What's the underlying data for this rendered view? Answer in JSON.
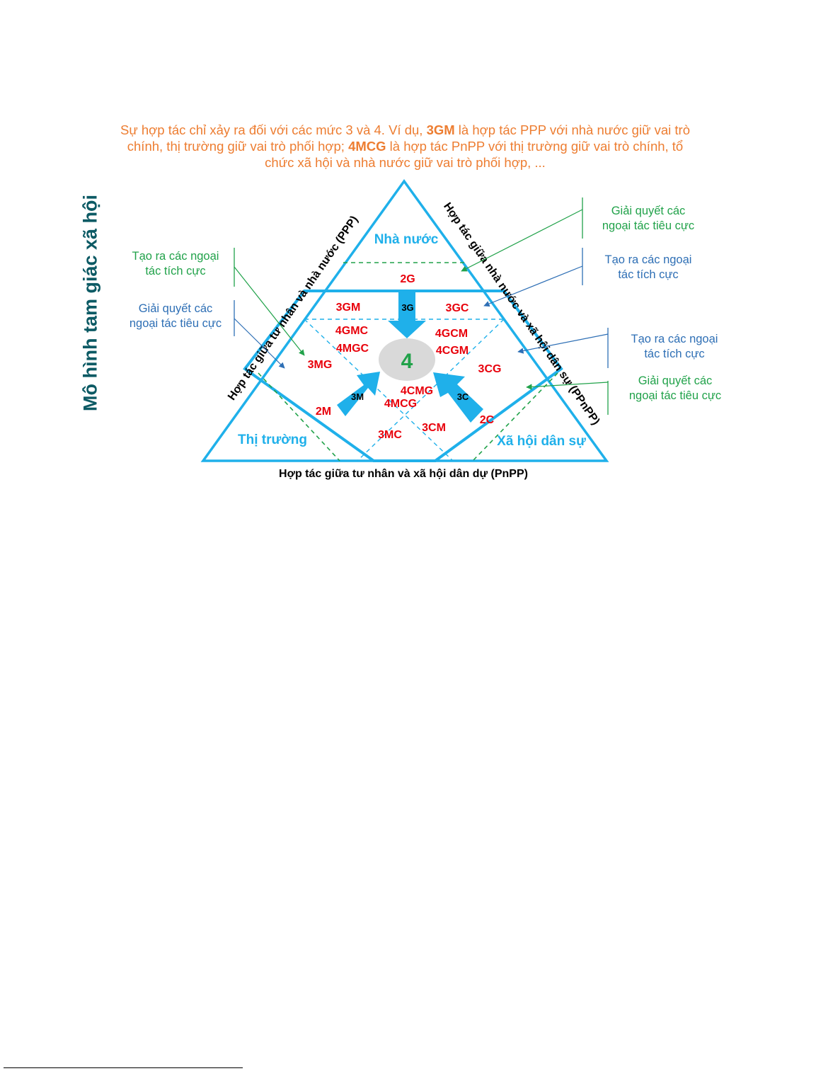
{
  "caption": {
    "line1_pre": "Sự hợp tác chỉ xảy ra đối với các mức 3 và 4. Ví dụ, ",
    "line1_bold": "3GM",
    "line1_post": " là hợp tác PPP với nhà nước giữ vai trò",
    "line2_pre": "chính, thị trường giữ vai trò phối hợp; ",
    "line2_bold": "4MCG",
    "line2_post": " là hợp tác PnPP với thị trường giữ vai trò chính, tổ",
    "line3": "chức xã hội và nhà nước giữ vai trò phối hợp, ..."
  },
  "vertical_title": "Mô hình tam giác xã hội",
  "corners": {
    "top": "Nhà nước",
    "left": "Thị trường",
    "right": "Xã hội dân sự"
  },
  "edge_labels": {
    "left": "Hợp tác giữa tư nhân và nhà nước (PPP)",
    "right": "Hợp tác giữa nhà nước và xã hội dân sự (PPnPP)",
    "bottom": "Hợp tác giữa tư nhân và xã hội dân dự (PnPP)"
  },
  "center_label": "4",
  "arrow_labels": {
    "top": "3G",
    "left": "3M",
    "right": "3C"
  },
  "cells": {
    "g2": "2G",
    "m2": "2M",
    "c2": "2C",
    "gm3": "3GM",
    "gc3": "3GC",
    "mg3": "3MG",
    "cg3": "3CG",
    "mc3": "3MC",
    "cm3": "3CM",
    "gmc4": "4GMC",
    "mgc4": "4MGC",
    "gcm4": "4GCM",
    "cgm4": "4CGM",
    "cmg4": "4CMG",
    "mcg4": "4MCG"
  },
  "notes": {
    "left_create": [
      "Tạo ra các ngoại",
      "tác tích cực"
    ],
    "left_solve": [
      "Giải quyết các",
      "ngoại tác tiêu cực"
    ],
    "right_top_solve": [
      "Giải quyết các",
      "ngoại tác tiêu cực"
    ],
    "right_top_create": [
      "Tạo ra các ngoại",
      "tác tích cực"
    ],
    "right_mid_create": [
      "Tạo ra các ngoại",
      "tác tích cực"
    ],
    "right_mid_solve": [
      "Giải quyết các",
      "ngoại tác tiêu cực"
    ]
  },
  "colors": {
    "caption": "#ed7d31",
    "title": "#0c5a64",
    "frame": "#1fb0ea",
    "cell_text": "#e8000b",
    "center_text": "#21a24a",
    "green_note": "#21a24a",
    "blue_note": "#2e6fb5"
  }
}
